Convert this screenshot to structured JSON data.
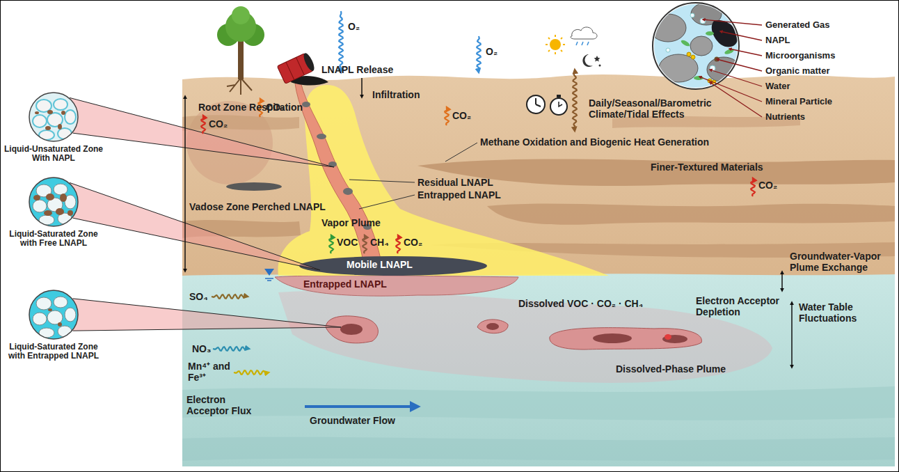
{
  "diagram": {
    "nodes": [
      {
        "text": [
          "Liquid-Unsaturated Zone With NAPL"
        ]
      },
      {
        "text": [
          "Liquid-Saturated Zone with Free LNAPL"
        ]
      },
      {
        "text": [
          "Liquid-Saturated Zone with Entrapped LNAPL"
        ]
      }
    ],
    "labels": [
      "Generated Gas",
      "NAPL",
      "Microorganisms",
      "Organic matter",
      "Water",
      "Mineral Particle",
      "Nutrients",
      "O₂",
      "LNAPL Release",
      "O₂",
      "Root Zone Respiration",
      "CO₂",
      "CO₂",
      "Infiltration",
      "CO₂",
      "Daily/Seasonal/Barometric Climate/Tidal Effects",
      "Methane Oxidation and Biogenic Heat Generation",
      "Finer-Textured Materials",
      "CO₂",
      "Vadose Zone",
      "Perched LNAPL",
      "Residual LNAPL",
      "Entrapped LNAPL",
      "Vapor Plume",
      "VOC",
      "CH₄",
      "CO₂",
      "Groundwater-Vapor Plume Exchange",
      "Mobile LNAPL",
      "Entrapped LNAPL",
      "Dissolved VOC · CO₂ · CH₄",
      "Electron Acceptor Depletion",
      "Water Table Fluctuations",
      "SO₄",
      "NO₃",
      "Dissolved-Phase Plume",
      "Mn⁴⁺ and Fe³⁺",
      "Electron Acceptor Flux",
      "Groundwater Flow"
    ]
  }
}
